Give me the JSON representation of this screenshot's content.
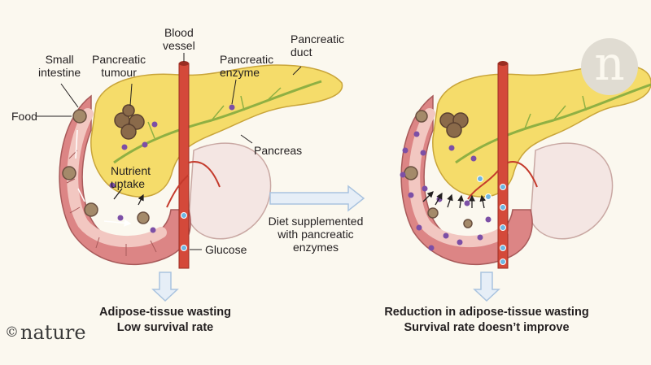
{
  "labels": {
    "blood_vessel": [
      "Blood",
      "vessel"
    ],
    "pancreatic_duct": [
      "Pancreatic",
      "duct"
    ],
    "small_intestine": [
      "Small",
      "intestine"
    ],
    "pancreatic_tumour": [
      "Pancreatic",
      "tumour"
    ],
    "pancreatic_enzyme": [
      "Pancreatic",
      "enzyme"
    ],
    "food": "Food",
    "pancreas": "Pancreas",
    "nutrient_uptake": [
      "Nutrient",
      "uptake"
    ],
    "glucose": "Glucose",
    "diet": [
      "Diet supplemented",
      "with pancreatic",
      "enzymes"
    ]
  },
  "outcomes": {
    "left": [
      "Adipose-tissue wasting",
      "Low survival rate"
    ],
    "right": [
      "Reduction in adipose-tissue wasting",
      "Survival rate doesn’t improve"
    ]
  },
  "branding": {
    "logo": "n",
    "credit": "nature",
    "copyright": "©"
  },
  "colors": {
    "pancreas": "#f5dc6a",
    "intestine": "#dc8585",
    "intestine_inner": "#f2c7c1",
    "vessel": "#d4493a",
    "duct": "#8fb043",
    "enzyme": "#7c4fa6",
    "glucose": "#6fb6e2",
    "arrow": "#a9c3df"
  }
}
